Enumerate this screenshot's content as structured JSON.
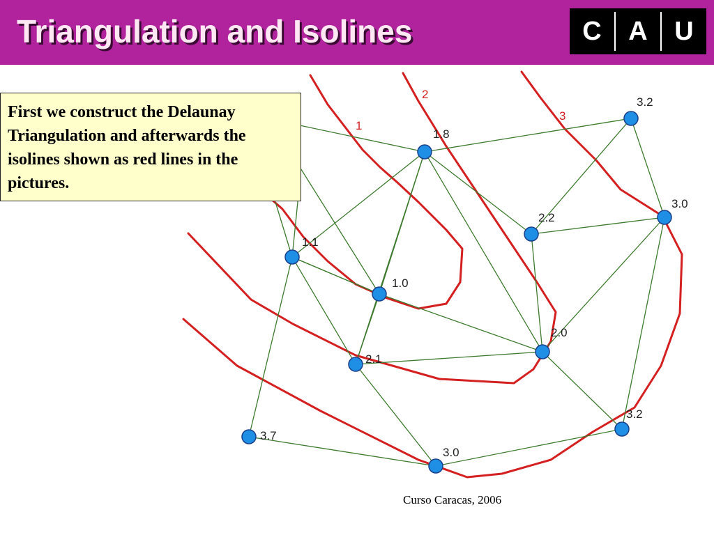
{
  "slide": {
    "title": "Triangulation and Isolines",
    "logo_letters": [
      "C",
      "A",
      "U"
    ],
    "callout_text": "First we construct the Delaunay Triangulation and afterwards the isolines shown as red lines in the pictures.",
    "credit": "Curso Caracas, 2006"
  },
  "diagram": {
    "colors": {
      "edge": "#3d7a2e",
      "isoline": "#d42020",
      "point_fill": "#1f8fe5",
      "point_stroke": "#1a3f8a",
      "label": "#222222"
    },
    "points": [
      {
        "id": "p1",
        "label": "3.2"
      },
      {
        "id": "p2",
        "label": "1.8"
      },
      {
        "id": "p3",
        "label": "3.0"
      },
      {
        "id": "p4",
        "label": "2.2"
      },
      {
        "id": "p5",
        "label": "1.1"
      },
      {
        "id": "p6",
        "label": "1.0"
      },
      {
        "id": "p7",
        "label": "2.0"
      },
      {
        "id": "p8",
        "label": "2.1"
      },
      {
        "id": "p9",
        "label": "3.7"
      },
      {
        "id": "p10",
        "label": "3.0"
      },
      {
        "id": "p11",
        "label": "3.2"
      }
    ],
    "isoline_labels": [
      "1",
      "2",
      "3"
    ]
  }
}
